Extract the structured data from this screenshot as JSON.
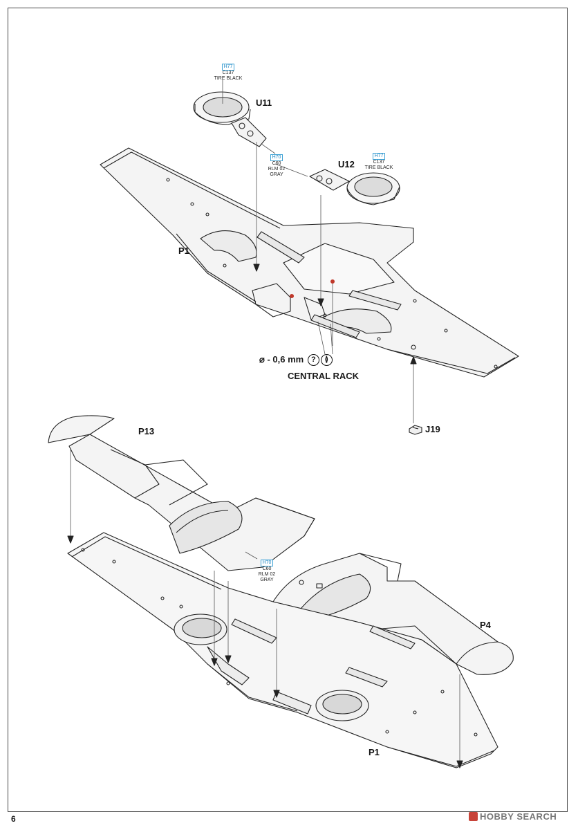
{
  "page": {
    "number": "6"
  },
  "paint_callouts": [
    {
      "id": "u11-paint",
      "codes": [
        "H77",
        "C137",
        "TIRE BLACK"
      ]
    },
    {
      "id": "rlm-paint-top",
      "codes": [
        "H70",
        "C60",
        "RLM 02",
        "GRAY"
      ]
    },
    {
      "id": "u12-paint",
      "codes": [
        "H77",
        "C137",
        "TIRE BLACK"
      ]
    },
    {
      "id": "rlm-paint-bottom",
      "codes": [
        "H70",
        "C60",
        "RLM 02",
        "GRAY"
      ]
    }
  ],
  "part_labels": {
    "u11": "U11",
    "u12": "U12",
    "p1_top": "P1",
    "j19": "J19",
    "p13": "P13",
    "p4": "P4",
    "p1_bottom": "P1"
  },
  "drill_note": {
    "diameter": "⌀ - 0,6 mm",
    "symbol_question": "?",
    "symbol_drill": "≬",
    "central_rack": "CENTRAL RACK"
  },
  "watermark": {
    "text": "HOBBY SEARCH"
  },
  "icons": [
    "question-circle-icon",
    "drill-circle-icon",
    "hobby-search-logo-icon"
  ]
}
